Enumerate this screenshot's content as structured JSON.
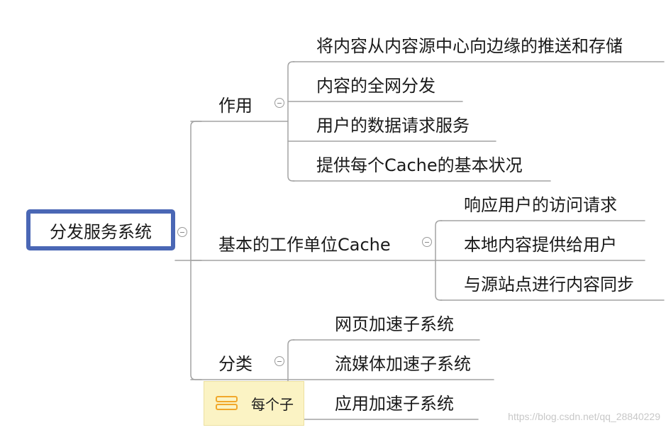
{
  "root": {
    "label": "分发服务系统"
  },
  "branches": [
    {
      "label": "作用",
      "children": [
        "将内容从内容源中心向边缘的推送和存储",
        "内容的全网分发",
        "用户的数据请求服务",
        "提供每个Cache的基本状况"
      ]
    },
    {
      "label": "基本的工作单位Cache",
      "children": [
        "响应用户的访问请求",
        "本地内容提供给用户",
        "与源站点进行内容同步"
      ]
    },
    {
      "label": "分类",
      "children": [
        "网页加速子系统",
        "流媒体加速子系统",
        "应用加速子系统"
      ]
    }
  ],
  "note": {
    "text": "每个子"
  },
  "watermark": "https://blog.csdn.net/qq_28840229",
  "colors": {
    "root_border": "#4a67b5",
    "connector": "#9a9a9a",
    "note_background": "#fbf3c4",
    "note_icon": "#f1a82b"
  }
}
